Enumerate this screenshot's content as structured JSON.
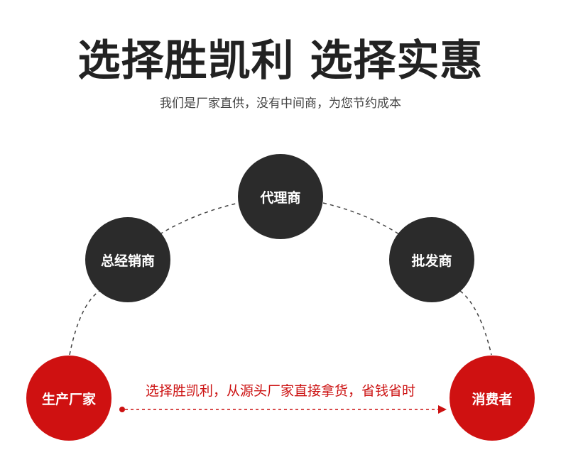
{
  "header": {
    "headline": "选择胜凯利 选择实惠",
    "subtitle": "我们是厂家直供，没有中间商，为您节约成本"
  },
  "nodes": {
    "factory": "生产厂家",
    "general_distributor": "总经销商",
    "agent": "代理商",
    "wholesaler": "批发商",
    "consumer": "消费者"
  },
  "direct_route": {
    "label": "选择胜凯利，从源头厂家直接拿货，省钱省时"
  },
  "colors": {
    "headline": "#222222",
    "dark_node": "#2b2b2b",
    "red_node": "#cf1111",
    "accent_text": "#cc1111",
    "dashed_arc": "#444444"
  }
}
